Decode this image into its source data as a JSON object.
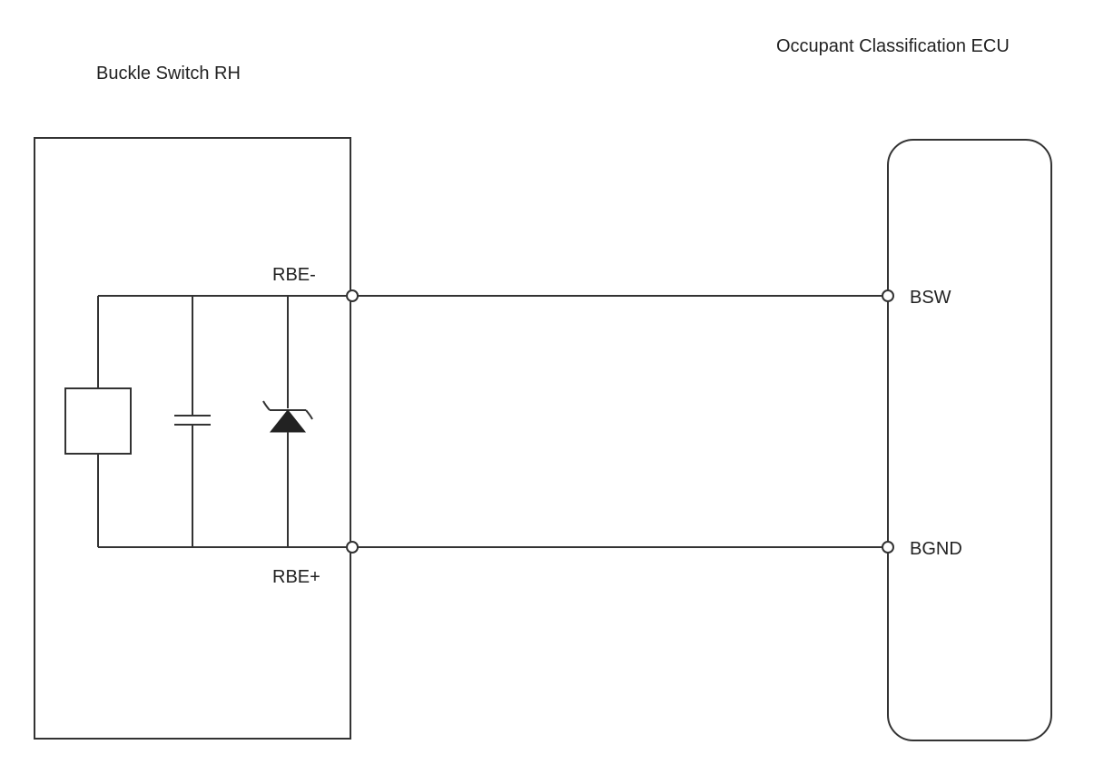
{
  "components": {
    "buckle_switch": {
      "title": "Buckle Switch RH"
    },
    "ecu": {
      "title": "Occupant Classification ECU"
    }
  },
  "terminals": {
    "rbe_minus": "RBE-",
    "rbe_plus": "RBE+",
    "bsw": "BSW",
    "bgnd": "BGND"
  },
  "symbols": {
    "sensor_element": "sensor-box-icon",
    "capacitor": "capacitor-icon",
    "zener_diode": "zener-diode-icon"
  },
  "colors": {
    "line": "#333333",
    "text": "#222222",
    "background": "#ffffff"
  }
}
